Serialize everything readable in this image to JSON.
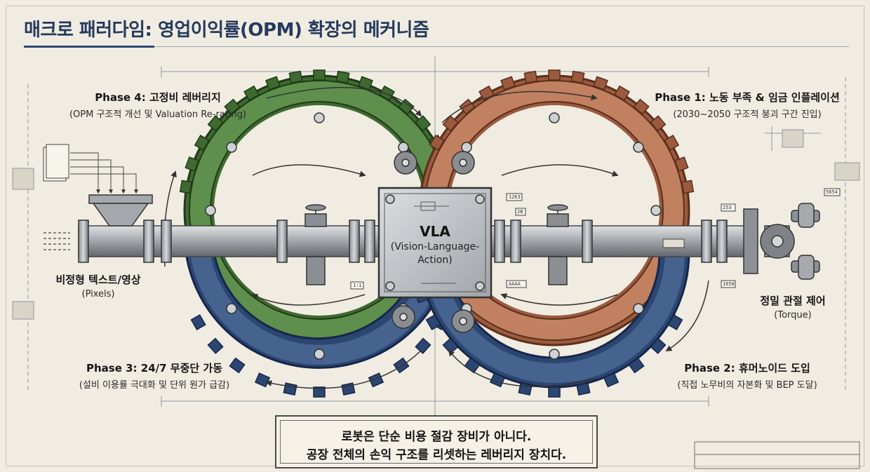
{
  "title": "매크로 패러다임: 영업이익률(OPM) 확장의 메커니즘",
  "center": {
    "title": "VLA",
    "subtitle_line1": "(Vision-Language-",
    "subtitle_line2": "Action)"
  },
  "phases": {
    "phase4": {
      "title": "Phase 4: 고정비 레버리지",
      "subtitle": "(OPM 구조적 개선 및 Valuation Re-rating)",
      "color": "#4d7a3c"
    },
    "phase1": {
      "title": "Phase 1: 노동 부족 & 임금 인플레이션",
      "subtitle": "(2030~2050 구조적 붕괴 구간 진입)",
      "color": "#b36b4c"
    },
    "phase3": {
      "title": "Phase 3: 24/7 무중단 가동",
      "subtitle": "(설비 이용률 극대화 및 단위 원가 급감)",
      "color": "#34507e"
    },
    "phase2": {
      "title": "Phase 2: 휴머노이드 도입",
      "subtitle": "(직접 노무비의 자본화 및 BEP 도달)",
      "color": "#34507e"
    }
  },
  "input": {
    "title": "비정형 텍스트/영상",
    "subtitle": "(Pixels)"
  },
  "output": {
    "title": "정밀 관절 제어",
    "subtitle": "(Torque)"
  },
  "conclusion": {
    "line1": "로봇은 단순 비용 절감 장비가 아니다.",
    "line2": "공장 전체의 손익 구조를 리셋하는 레버리지 장치다."
  },
  "tags": {
    "t1": "1263",
    "t2": "2B",
    "t3": "1:1",
    "t4": "AAAA",
    "t5": "253",
    "t6": "1658",
    "t7": "5654"
  },
  "colors": {
    "green": "#4d7a3c",
    "copper": "#b36b4c",
    "navy": "#34507e",
    "steel": "#a9adb1",
    "paper": "#f1ece1"
  }
}
